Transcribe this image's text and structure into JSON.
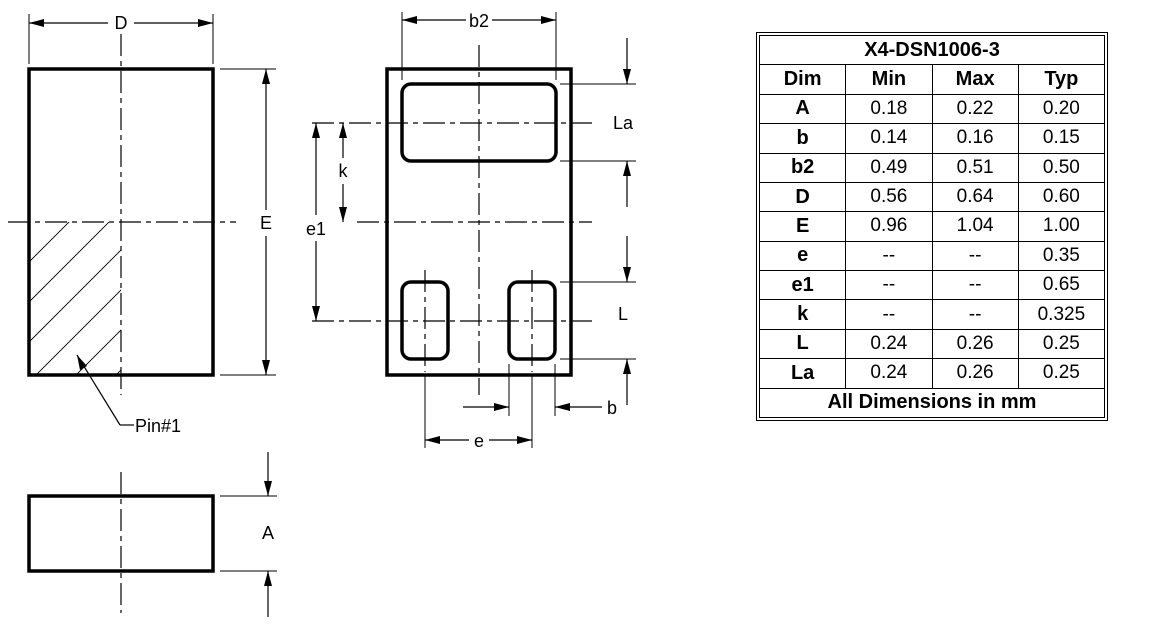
{
  "drawing": {
    "labels": {
      "D": "D",
      "E": "E",
      "b2": "b2",
      "La": "La",
      "k": "k",
      "e1": "e1",
      "L": "L",
      "b": "b",
      "e": "e",
      "A": "A",
      "pin1": "Pin#1"
    }
  },
  "table": {
    "title": "X4-DSN1006-3",
    "headers": [
      "Dim",
      "Min",
      "Max",
      "Typ"
    ],
    "rows": [
      {
        "dim": "A",
        "min": "0.18",
        "max": "0.22",
        "typ": "0.20"
      },
      {
        "dim": "b",
        "min": "0.14",
        "max": "0.16",
        "typ": "0.15"
      },
      {
        "dim": "b2",
        "min": "0.49",
        "max": "0.51",
        "typ": "0.50"
      },
      {
        "dim": "D",
        "min": "0.56",
        "max": "0.64",
        "typ": "0.60"
      },
      {
        "dim": "E",
        "min": "0.96",
        "max": "1.04",
        "typ": "1.00"
      },
      {
        "dim": "e",
        "min": "--",
        "max": "--",
        "typ": "0.35"
      },
      {
        "dim": "e1",
        "min": "--",
        "max": "--",
        "typ": "0.65"
      },
      {
        "dim": "k",
        "min": "--",
        "max": "--",
        "typ": "0.325"
      },
      {
        "dim": "L",
        "min": "0.24",
        "max": "0.26",
        "typ": "0.25"
      },
      {
        "dim": "La",
        "min": "0.24",
        "max": "0.26",
        "typ": "0.25"
      }
    ],
    "footer": "All Dimensions in mm"
  }
}
